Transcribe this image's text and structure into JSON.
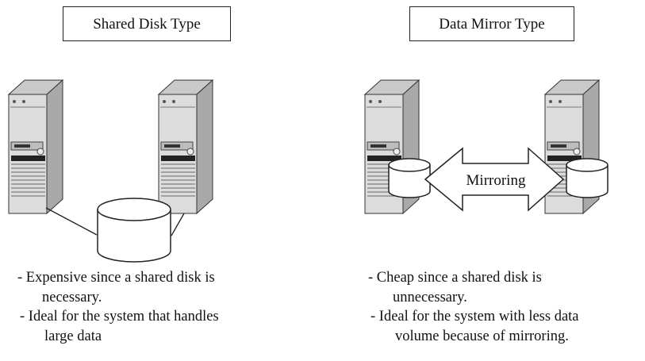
{
  "shared": {
    "title": "Shared Disk Type",
    "notes": [
      {
        "line1": "- Expensive since a shared disk is",
        "line2": "necessary."
      },
      {
        "line1": "- Ideal for the system that handles",
        "line2": "large data"
      }
    ]
  },
  "mirror": {
    "title": "Data Mirror Type",
    "arrow_label": "Mirroring",
    "notes": [
      {
        "line1": "- Cheap since a shared disk is",
        "line2": "unnecessary."
      },
      {
        "line1": "- Ideal for the system with less data",
        "line2": "volume because of mirroring."
      }
    ]
  },
  "icons": {
    "server": "server-tower-icon",
    "disk": "disk-cylinder-icon",
    "arrow": "double-arrow-icon"
  },
  "colors": {
    "server_front": "#d9d9d9",
    "server_side": "#a8a8a8",
    "server_top": "#c4c4c4",
    "outline": "#333333"
  }
}
